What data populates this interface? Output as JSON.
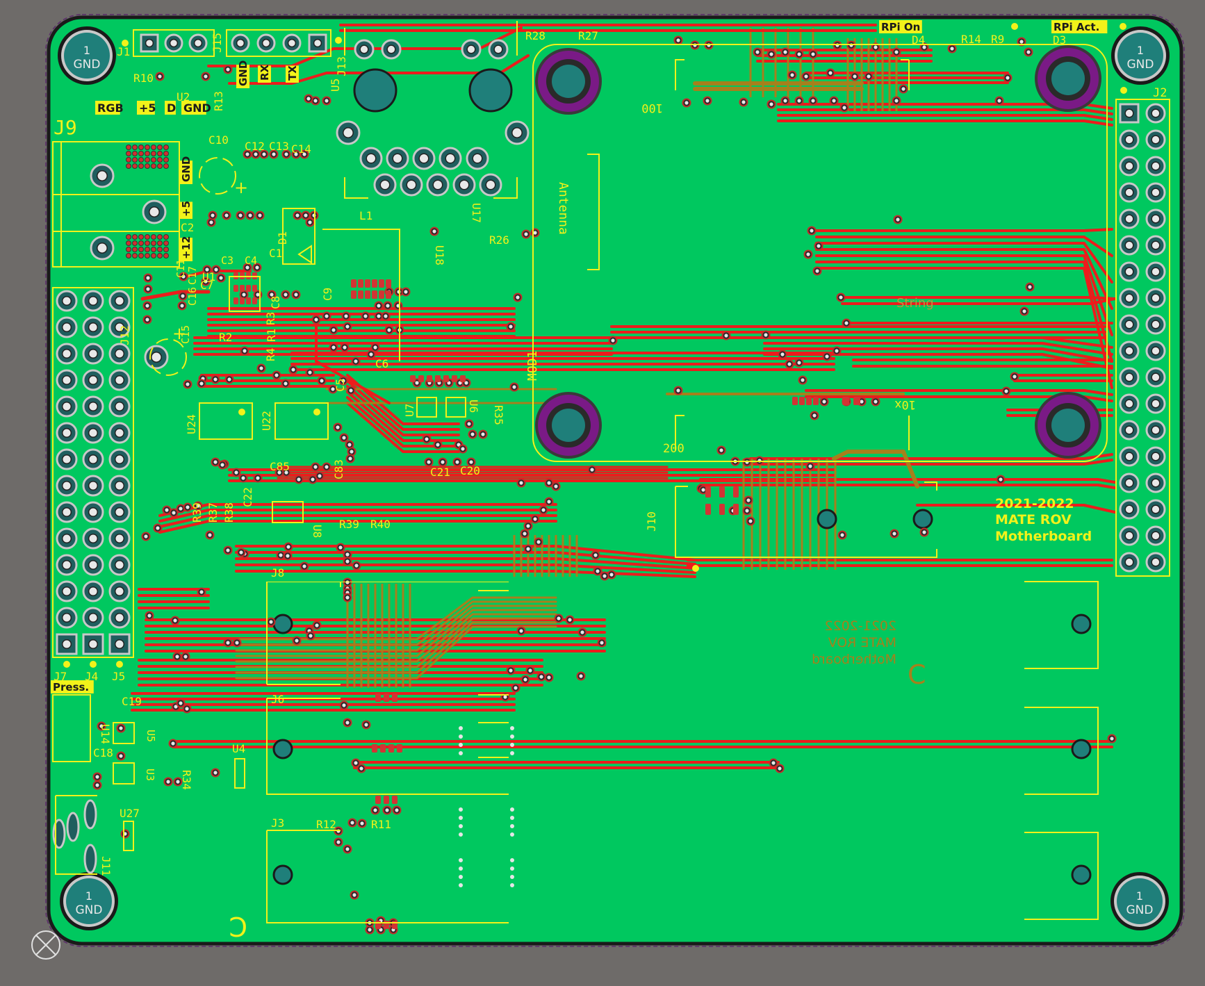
{
  "board": {
    "colors": {
      "background": "#6e6b69",
      "board": "#00c85f",
      "trace": "#ec1c1c",
      "trace_bottom": "#a6801c",
      "silkscreen": "#f2f21a",
      "pad": "#1f7f7a",
      "via_ring": "#2a2a2a",
      "mount_ring": "#7a1a86",
      "outline": "#1a1a1a"
    },
    "mount_holes": [
      {
        "id": "tl",
        "num": "1",
        "net": "GND"
      },
      {
        "id": "tr",
        "num": "1",
        "net": "GND"
      },
      {
        "id": "bl",
        "num": "1",
        "net": "GND"
      },
      {
        "id": "br",
        "num": "1",
        "net": "GND"
      }
    ],
    "header_labels": {
      "rgb": "RGB",
      "plus5": "+5",
      "d": "D",
      "gnd": "GND",
      "rx": "RX",
      "tx": "TX",
      "gnd_v": "GND",
      "rpi_on": "RPi On",
      "rpi_act": "RPi Act.",
      "press": "Press.",
      "j9_gnd": "GND",
      "j9_5": "+5",
      "j9_12": "+12"
    },
    "designators": {
      "J1": "J1",
      "J2": "J2",
      "J3": "J3",
      "J4": "J4",
      "J5": "J5",
      "J6": "J6",
      "J7": "J7",
      "J8": "J8",
      "J9": "J9",
      "J10": "J10",
      "J11": "J11",
      "J13": "J13",
      "J15": "J15",
      "R10": "R10",
      "R13": "R13",
      "U2": "U2",
      "U5": "U5",
      "R28": "R28",
      "R27": "R27",
      "D4": "D4",
      "D3": "D3",
      "R14": "R14",
      "R9": "R9",
      "C10": "C10",
      "C12": "C12",
      "C13": "C13",
      "C14": "C14",
      "C2": "C2",
      "C1": "C1",
      "D1": "D1",
      "C3": "C3",
      "C4": "C4",
      "U1": "U1",
      "C7": "C7",
      "C8": "C8",
      "R3": "R3",
      "C9": "C9",
      "R2": "R2",
      "R4": "R4",
      "R1": "R1",
      "C6": "C6",
      "C5": "C5",
      "L1": "L1",
      "U18": "U18",
      "U17": "U17",
      "R26": "R26",
      "Antenna": "Antenna",
      "MOD1": "MOD1",
      "U7": "U7",
      "U6": "U6",
      "R35": "R35",
      "U24": "U24",
      "U22": "U22",
      "C21": "C21",
      "C20": "C20",
      "C85": "C85",
      "C83": "C83",
      "C22": "C22",
      "U8": "U8",
      "R39a": "R39",
      "R37": "R37",
      "R38": "R38",
      "R39": "R39",
      "R40": "R40",
      "C19": "C19",
      "U14": "U14",
      "C18": "C18",
      "U3": "U3",
      "U4": "U4",
      "R34": "R34",
      "U27": "U27",
      "R12": "R12",
      "R11": "R11",
      "U100": "100",
      "U200": "200",
      "U10x": "10x",
      "C_bottom": "C",
      "C_top": "C",
      "C11": "C11",
      "C15": "C15",
      "C16": "C16",
      "C17": "C17",
      "J12": "J12"
    },
    "notes": {
      "title_year": "2021-2022",
      "title_name": "MATE ROV",
      "title_sub": "Motherboard",
      "mirrored_year": "2021-2022",
      "mirrored_name": "MATE ROV",
      "mirrored_sub": "Motherboard",
      "faint": "String"
    },
    "plus_sign": "+"
  }
}
